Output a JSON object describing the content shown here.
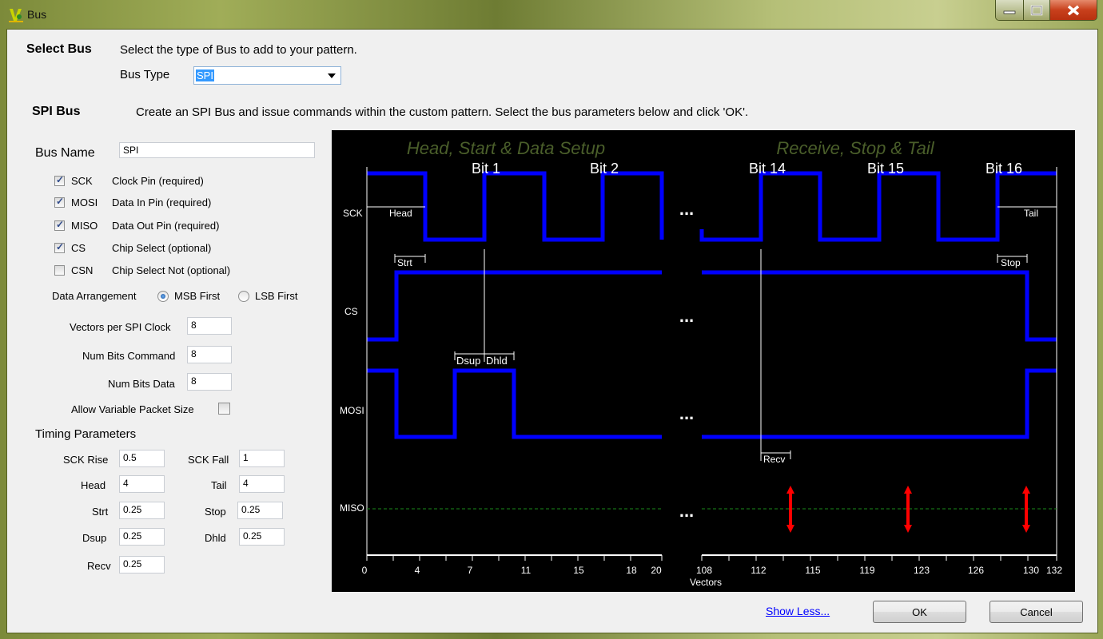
{
  "window": {
    "title": "Bus",
    "icons": {
      "app": "app-logo-icon",
      "minimize": "minimize-icon",
      "maximize": "maximize-icon",
      "close": "close-icon"
    }
  },
  "select_bus": {
    "heading": "Select Bus",
    "description": "Select the type of Bus to add to your pattern.",
    "bus_type_label": "Bus Type",
    "bus_type_value": "SPI"
  },
  "spi_bus": {
    "heading": "SPI Bus",
    "description": "Create an SPI Bus and issue commands within the custom pattern.  Select the bus parameters below and click 'OK'."
  },
  "bus_name": {
    "label": "Bus Name",
    "value": "SPI"
  },
  "pins": [
    {
      "name": "SCK",
      "desc": "Clock Pin (required)",
      "checked": true
    },
    {
      "name": "MOSI",
      "desc": "Data In Pin (required)",
      "checked": true
    },
    {
      "name": "MISO",
      "desc": "Data Out Pin (required)",
      "checked": true
    },
    {
      "name": "CS",
      "desc": "Chip Select (optional)",
      "checked": true
    },
    {
      "name": "CSN",
      "desc": "Chip Select Not (optional)",
      "checked": false
    }
  ],
  "data_arrangement": {
    "label": "Data Arrangement",
    "options": [
      "MSB First",
      "LSB First"
    ],
    "selected": "MSB First"
  },
  "fields": {
    "vectors_per_clock": {
      "label": "Vectors per SPI Clock",
      "value": "8"
    },
    "num_bits_command": {
      "label": "Num Bits Command",
      "value": "8"
    },
    "num_bits_data": {
      "label": "Num Bits Data",
      "value": "8"
    },
    "allow_variable": {
      "label": "Allow Variable Packet Size",
      "checked": false
    }
  },
  "timing": {
    "heading": "Timing Parameters",
    "sck_rise": {
      "label": "SCK Rise",
      "value": "0.5"
    },
    "sck_fall": {
      "label": "SCK Fall",
      "value": "1"
    },
    "head": {
      "label": "Head",
      "value": "4"
    },
    "tail": {
      "label": "Tail",
      "value": "4"
    },
    "strt": {
      "label": "Strt",
      "value": "0.25"
    },
    "stop": {
      "label": "Stop",
      "value": "0.25"
    },
    "dsup": {
      "label": "Dsup",
      "value": "0.25"
    },
    "dhld": {
      "label": "Dhld",
      "value": "0.25"
    },
    "recv": {
      "label": "Recv",
      "value": "0.25"
    }
  },
  "diagram": {
    "title_left": "Head, Start & Data Setup",
    "title_right": "Receive, Stop & Tail",
    "bit_labels": [
      "Bit 1",
      "Bit 2",
      "Bit 14",
      "Bit 15",
      "Bit 16"
    ],
    "signals": [
      "SCK",
      "CS",
      "MOSI",
      "MISO"
    ],
    "annotations": [
      "Head",
      "Tail",
      "Strt",
      "Stop",
      "Dsup",
      "Dhld",
      "Recv"
    ],
    "x_ticks_left": [
      "0",
      "4",
      "7",
      "11",
      "15",
      "18",
      "20"
    ],
    "x_ticks_right": [
      "108",
      "112",
      "115",
      "119",
      "123",
      "126",
      "130",
      "132"
    ],
    "x_label": "Vectors",
    "ellipsis": "...",
    "colors": {
      "signal": "#0000ff",
      "arrow": "#ff0000",
      "title": "#4a5e2a",
      "miso_line": "#1a8a1a"
    }
  },
  "footer": {
    "show_less": "Show Less...",
    "ok": "OK",
    "cancel": "Cancel"
  }
}
